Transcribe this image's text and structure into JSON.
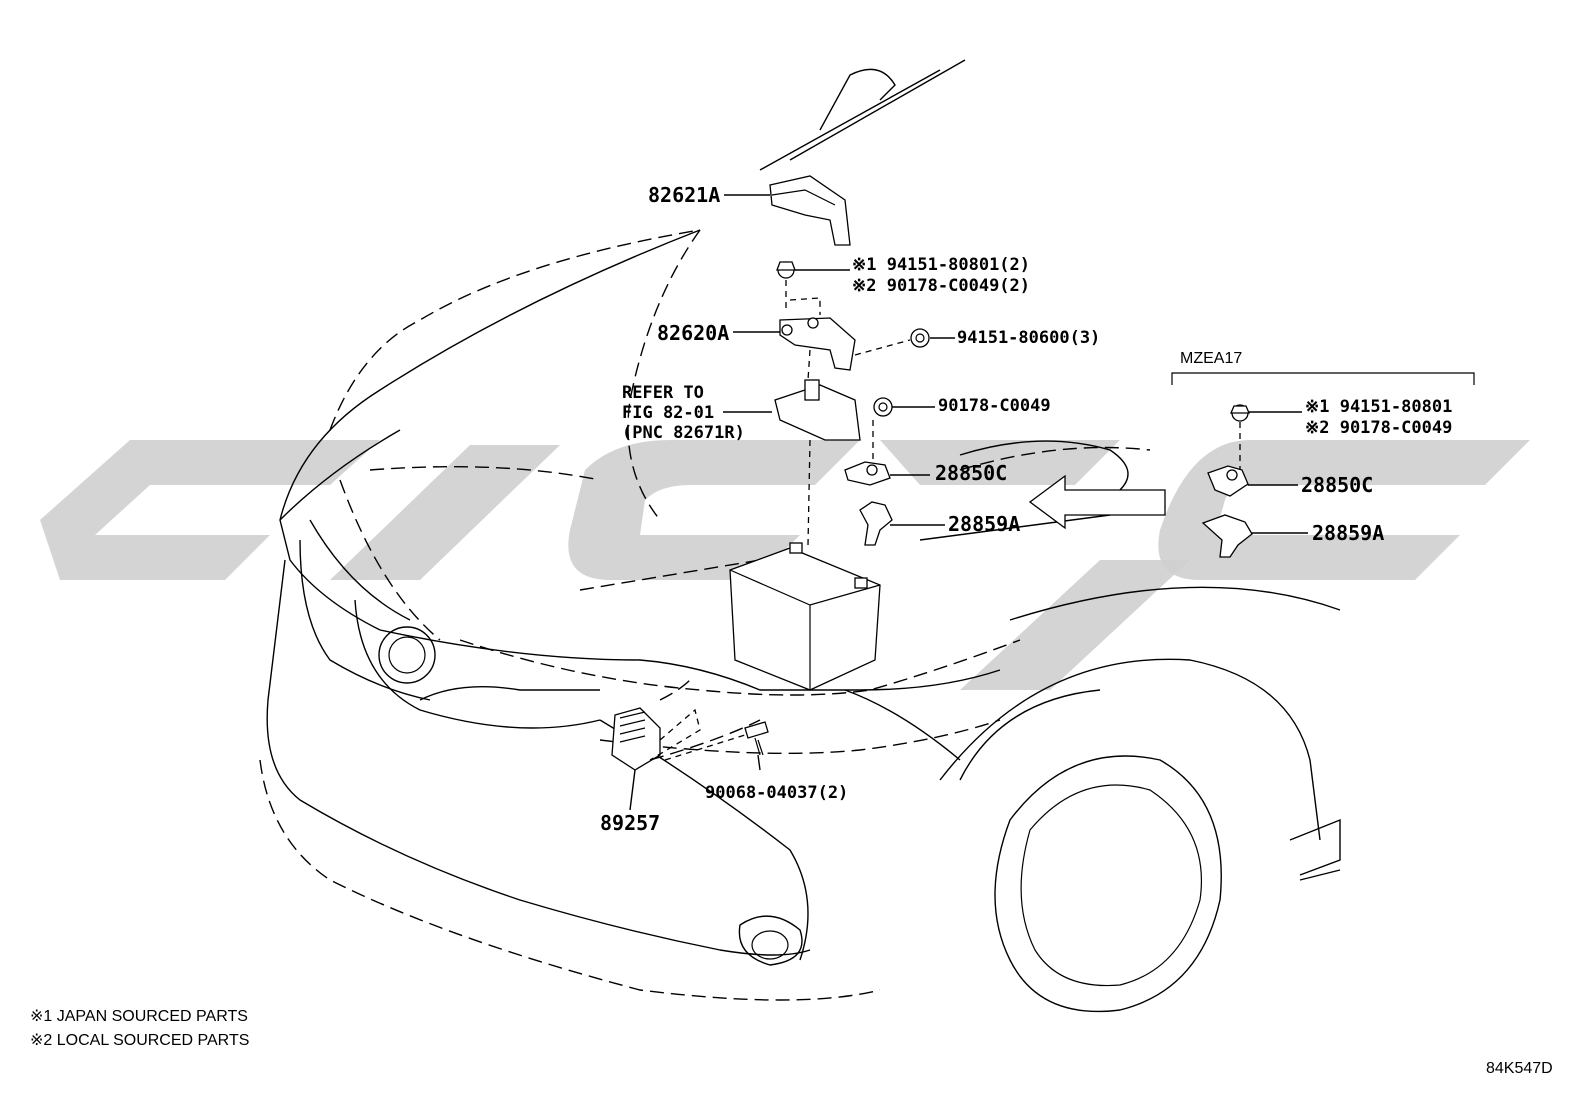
{
  "callouts": {
    "p82621A": "82621A",
    "p82620A": "82620A",
    "refer_line1": "REFER TO",
    "refer_line2": "FIG 82-01",
    "refer_line3": "(PNC 82671R)",
    "bolt1_line1": "※1 94151-80801(2)",
    "bolt1_line2": "※2 90178-C0049(2)",
    "nut_94151_80600": "94151-80600(3)",
    "nut_90178_C0049": "90178-C0049",
    "p28850C": "28850C",
    "p28859A": "28859A",
    "p89257": "89257",
    "bolt_90068": "90068-04037(2)"
  },
  "inset": {
    "title": "MZEA17",
    "bolt_line1": "※1 94151-80801",
    "bolt_line2": "※2 90178-C0049",
    "p28850C": "28850C",
    "p28859A": "28859A"
  },
  "footnotes": {
    "note1": "※1 JAPAN SOURCED PARTS",
    "note2": "※2 LOCAL SOURCED PARTS"
  },
  "diagram_code": "84K547D",
  "colors": {
    "ink": "#000000",
    "watermark": "#cfcfcf",
    "background": "#ffffff"
  }
}
